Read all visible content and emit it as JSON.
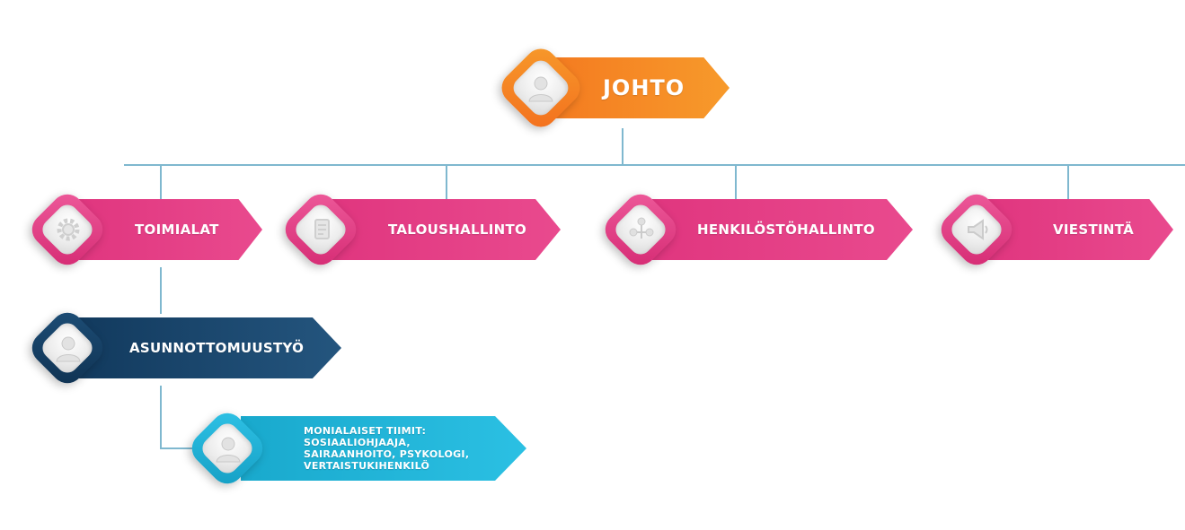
{
  "nodes": {
    "johto": {
      "label": "JOHTO",
      "icon": "person-icon",
      "color": "#f47a20"
    },
    "toimialat": {
      "label": "TOIMIALAT",
      "icon": "gear-icon",
      "color": "#e0367f"
    },
    "taloushallinto": {
      "label": "TALOUSHALLINTO",
      "icon": "document-icon",
      "color": "#e0367f"
    },
    "henkilostohallinto": {
      "label": "HENKILÖSTÖHALLINTO",
      "icon": "people-network-icon",
      "color": "#e0367f"
    },
    "viestinta": {
      "label": "VIESTINTÄ",
      "icon": "megaphone-icon",
      "color": "#e0367f"
    },
    "asunnottomuustyo": {
      "label": "ASUNNOTTOMUUSTYÖ",
      "icon": "person-icon",
      "color": "#1e4d73"
    },
    "monialaiset": {
      "lines": [
        "MONIALAISET TIIMIT:",
        "SOSIAALIOHJAAJA,",
        "SAIRAANHOITO, PSYKOLOGI,",
        "VERTAISTUKIHENKILÖ"
      ],
      "icon": "person-icon",
      "color": "#1fb3d6"
    }
  }
}
